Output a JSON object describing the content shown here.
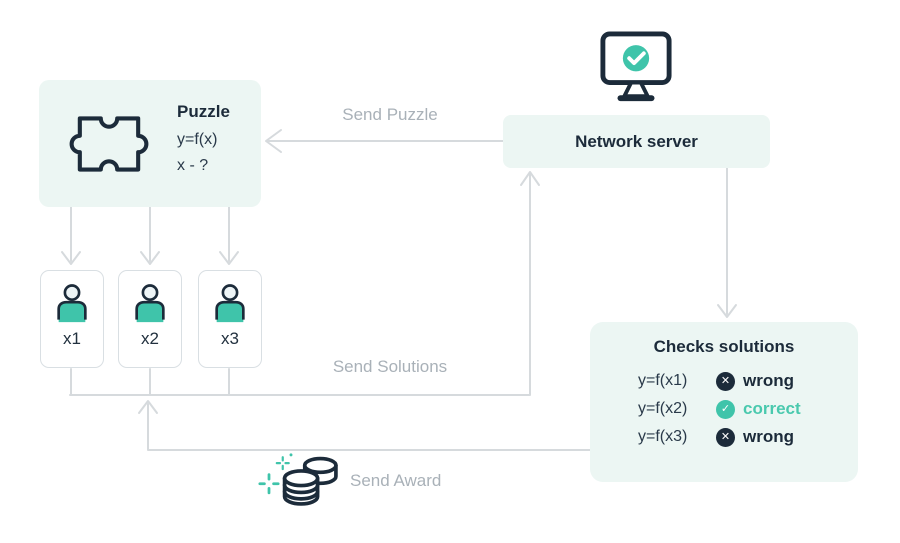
{
  "diagram": {
    "puzzle_box": {
      "title": "Puzzle",
      "line1": "y=f(x)",
      "line2": "x - ?"
    },
    "server_box": {
      "label": "Network server"
    },
    "workers": [
      {
        "label": "x1"
      },
      {
        "label": "x2"
      },
      {
        "label": "x3"
      }
    ],
    "checks_box": {
      "title": "Checks solutions",
      "rows": [
        {
          "equation": "y=f(x1)",
          "status": "wrong"
        },
        {
          "equation": "y=f(x2)",
          "status": "correct"
        },
        {
          "equation": "y=f(x3)",
          "status": "wrong"
        }
      ]
    },
    "labels": {
      "send_puzzle": "Send Puzzle",
      "send_solutions": "Send Solutions",
      "send_award": "Send Award"
    },
    "icons": {
      "wrong_glyph": "✕",
      "correct_glyph": "✓"
    },
    "colors": {
      "mint": "#ecf6f3",
      "teal": "#3fc4aa",
      "teal_text": "#4ac9ae",
      "dark_navy": "#1c2b3a",
      "arrow_gray": "#d6dadd",
      "label_gray": "#a9b1b8"
    }
  }
}
